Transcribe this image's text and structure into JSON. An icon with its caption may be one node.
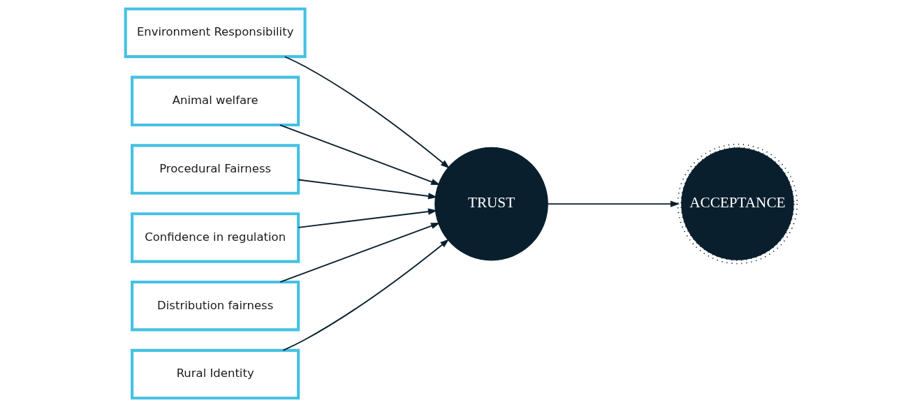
{
  "diagram": {
    "nodes": [
      {
        "text": [
          "Environment Responsibility"
        ]
      },
      {
        "text": [
          "Animal welfare"
        ]
      },
      {
        "text": [
          "Procedural Fairness"
        ]
      },
      {
        "text": [
          "Confidence in regulation"
        ]
      },
      {
        "text": [
          "Distribution fairness"
        ]
      },
      {
        "text": [
          "Rural Identity"
        ]
      },
      {
        "text": [
          "TRUST"
        ]
      },
      {
        "text": [
          "ACCEPTANCE"
        ]
      }
    ],
    "edges": [
      {
        "from": 0,
        "to": 6,
        "arrow": "to"
      },
      {
        "from": 1,
        "to": 6,
        "arrow": "to"
      },
      {
        "from": 2,
        "to": 6,
        "arrow": "to"
      },
      {
        "from": 3,
        "to": 6,
        "arrow": "to"
      },
      {
        "from": 4,
        "to": 6,
        "arrow": "to"
      },
      {
        "from": 5,
        "to": 6,
        "arrow": "to"
      },
      {
        "from": 6,
        "to": 7,
        "arrow": "to"
      }
    ]
  }
}
